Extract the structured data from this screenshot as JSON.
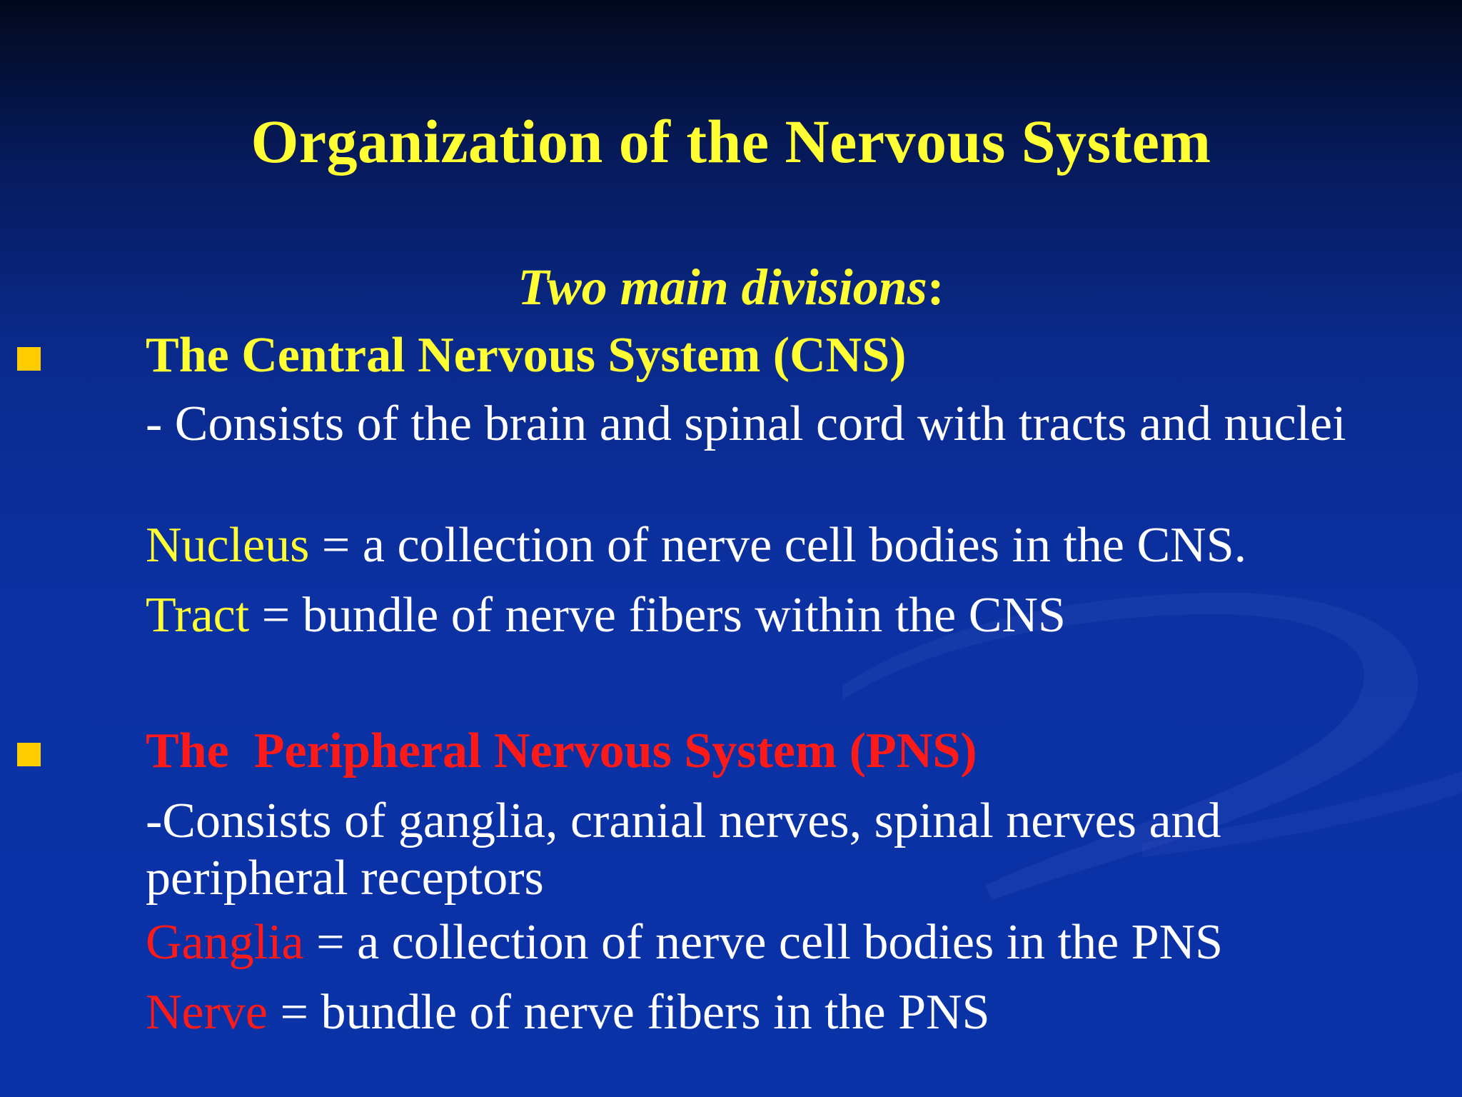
{
  "slide": {
    "title": "Organization of the Nervous System",
    "subtitle": "Two main divisions",
    "subtitle_colon": ":",
    "colors": {
      "title": "#ffff33",
      "cns_heading": "#ffff33",
      "pns_heading": "#ff1a1a",
      "body": "#ffffff",
      "bullet": "#ffcc00",
      "background": "#0b31a3"
    }
  },
  "cns": {
    "heading": "The Central Nervous System (CNS)",
    "description": "- Consists of the brain and spinal cord with tracts and nuclei",
    "definitions": [
      {
        "term": "Nucleus",
        "text": " = a collection of nerve cell bodies in the CNS."
      },
      {
        "term": "Tract",
        "text": " = bundle of nerve fibers within the CNS"
      }
    ]
  },
  "pns": {
    "heading": "The  Peripheral Nervous System (PNS)",
    "description": "-Consists of ganglia, cranial nerves, spinal nerves and peripheral receptors",
    "definitions": [
      {
        "term": "Ganglia",
        "text": " = a collection of nerve cell bodies in the PNS"
      },
      {
        "term": "Nerve",
        "text": " = bundle of nerve fibers in the PNS"
      }
    ]
  }
}
